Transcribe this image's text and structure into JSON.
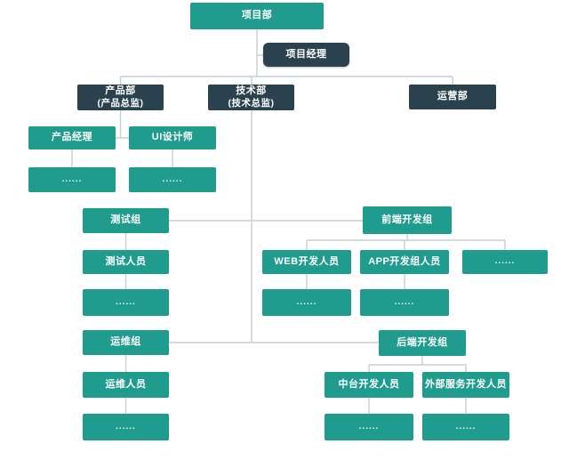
{
  "chart": {
    "type": "org-chart",
    "colors": {
      "teal_node": "#1f9c8d",
      "dark_node": "#29424d",
      "connector": "#c7cdd1",
      "text": "#ffffff",
      "background": "#ffffff"
    },
    "nodes": [
      {
        "id": "project-dept",
        "label": "项目部",
        "variant": "teal"
      },
      {
        "id": "project-manager",
        "label": "项目经理",
        "variant": "dark"
      },
      {
        "id": "product-dept",
        "label": "产品部",
        "sublabel": "(产品总监)",
        "variant": "dark"
      },
      {
        "id": "tech-dept",
        "label": "技术部",
        "sublabel": "(技术总监)",
        "variant": "dark"
      },
      {
        "id": "operations-dept",
        "label": "运营部",
        "variant": "dark"
      },
      {
        "id": "product-manager",
        "label": "产品经理",
        "variant": "teal"
      },
      {
        "id": "ui-designer",
        "label": "UI设计师",
        "variant": "teal"
      },
      {
        "id": "product-manager-more",
        "label": "......",
        "variant": "teal"
      },
      {
        "id": "ui-designer-more",
        "label": "......",
        "variant": "teal"
      },
      {
        "id": "test-group",
        "label": "测试组",
        "variant": "teal"
      },
      {
        "id": "frontend-dev-group",
        "label": "前端开发组",
        "variant": "teal"
      },
      {
        "id": "test-staff",
        "label": "测试人员",
        "variant": "teal"
      },
      {
        "id": "web-dev-staff",
        "label": "WEB开发人员",
        "variant": "teal"
      },
      {
        "id": "app-dev-staff",
        "label": "APP开发组人员",
        "variant": "teal"
      },
      {
        "id": "frontend-more",
        "label": "......",
        "variant": "teal"
      },
      {
        "id": "test-staff-more",
        "label": "......",
        "variant": "teal"
      },
      {
        "id": "web-dev-more",
        "label": "......",
        "variant": "teal"
      },
      {
        "id": "app-dev-more",
        "label": "......",
        "variant": "teal"
      },
      {
        "id": "ops-group",
        "label": "运维组",
        "variant": "teal"
      },
      {
        "id": "backend-dev-group",
        "label": "后端开发组",
        "variant": "teal"
      },
      {
        "id": "ops-staff",
        "label": "运维人员",
        "variant": "teal"
      },
      {
        "id": "midplatform-dev",
        "label": "中台开发人员",
        "variant": "teal"
      },
      {
        "id": "external-service-dev",
        "label": "外部服务开发人员",
        "variant": "teal"
      },
      {
        "id": "ops-staff-more",
        "label": "......",
        "variant": "teal"
      },
      {
        "id": "midplatform-more",
        "label": "......",
        "variant": "teal"
      },
      {
        "id": "external-service-more",
        "label": "......",
        "variant": "teal"
      }
    ]
  }
}
